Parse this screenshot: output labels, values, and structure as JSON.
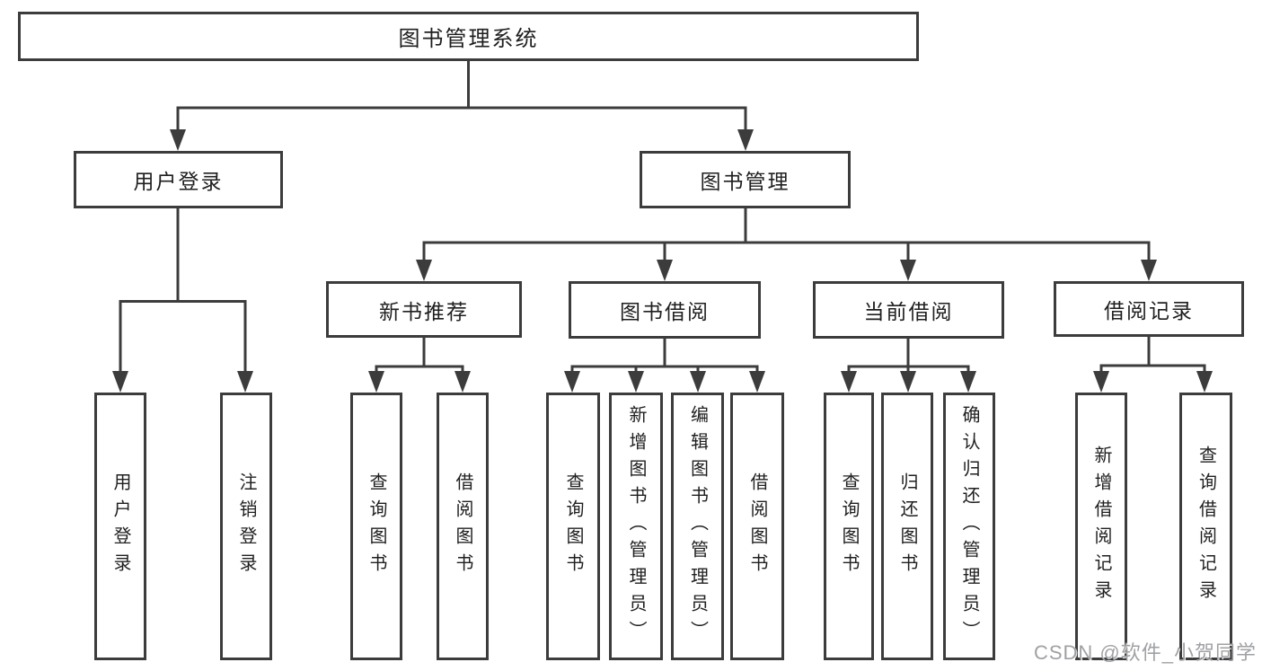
{
  "diagram": {
    "root": "图书管理系统",
    "level2": {
      "user_login": "用户登录",
      "book_mgmt": "图书管理"
    },
    "level3": {
      "new_books": "新书推荐",
      "borrow": "图书借阅",
      "current": "当前借阅",
      "records": "借阅记录"
    },
    "leaves": {
      "user_login": [
        "用户登录",
        "注销登录"
      ],
      "new_books": [
        "查询图书",
        "借阅图书"
      ],
      "borrow": [
        "查询图书",
        "新增图书（管理员）",
        "编辑图书（管理员）",
        "借阅图书"
      ],
      "current": [
        "查询图书",
        "归还图书",
        "确认归还（管理员）"
      ],
      "records": [
        "新增借阅记录",
        "查询借阅记录"
      ]
    }
  },
  "watermark": "CSDN @软件_小贺同学",
  "colors": {
    "line": "#3c3c3c",
    "text": "#1f1f1f",
    "watermark": "#9fa1a4",
    "background": "#ffffff"
  }
}
